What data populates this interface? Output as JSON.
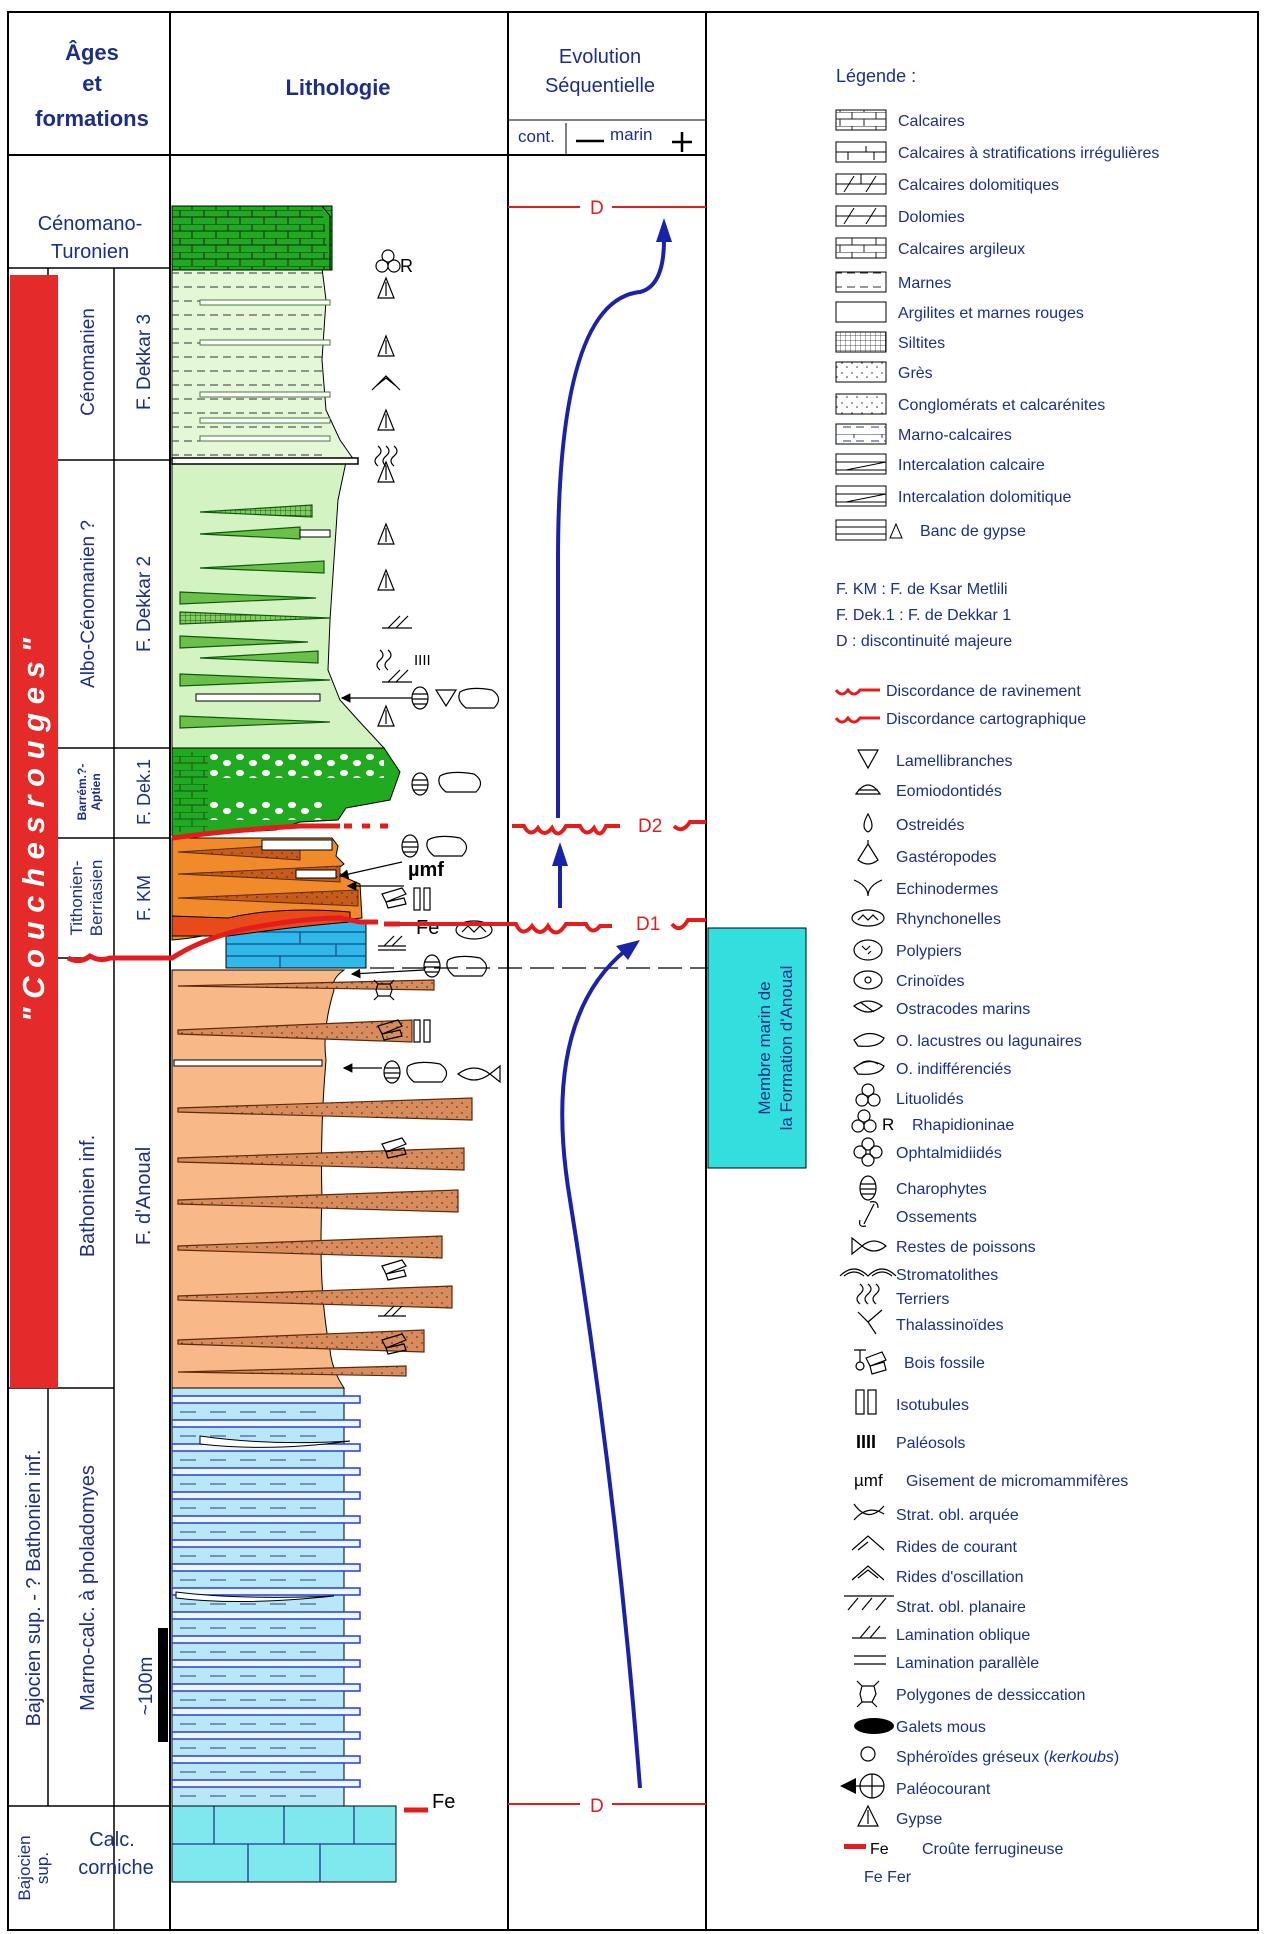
{
  "header": {
    "ages_l1": "Âges",
    "ages_l2": "et",
    "ages_l3": "formations",
    "lithologie": "Lithologie",
    "evo_l1": "Evolution",
    "evo_l2": "Séquentielle",
    "cont": "cont.",
    "marin": "marin"
  },
  "columns": {
    "cenomano_turonien_l1": "Cénomano-",
    "cenomano_turonien_l2": "Turonien",
    "couches_rouges": "\" C o u c h e s   r o u g e s \"",
    "cenomanien": "Cénomanien",
    "f_dekkar3": "F. Dekkar 3",
    "albo_cenomanien": "Albo-Cénomanien ?",
    "f_dekkar2": "F. Dekkar 2",
    "barrem_aptien_l1": "Barrém.?-",
    "barrem_aptien_l2": "Aptien",
    "f_dek1": "F. Dek.1",
    "tithonien_l1": "Tithonien-",
    "tithonien_l2": "Berriasien",
    "f_km": "F. KM",
    "bathonien_inf": "Bathonien inf.",
    "f_anoual": "F. d'Anoual",
    "bajocien_bathonien": "Bajocien sup. - ? Bathonien inf.",
    "marno_calc": "Marno-calc. à pholadomyes",
    "scale": "~100m",
    "bajocien_sup_l1": "Bajocien",
    "bajocien_sup_l2": "sup.",
    "calc_l1": "Calc.",
    "calc_l2": "corniche"
  },
  "annotations": {
    "R": "R",
    "umf": "µmf",
    "fe1": "Fe",
    "fe2": "Fe",
    "iiii": "IIII",
    "D_top": "D",
    "D_bottom": "D",
    "D1": "D1",
    "D2": "D2",
    "membre_l1": "Membre marin de",
    "membre_l2": "la Formation d'Anoual"
  },
  "legend": {
    "title": "Légende :",
    "items": [
      "Calcaires",
      "Calcaires à stratifications irrégulières",
      "Calcaires dolomitiques",
      "Dolomies",
      "Calcaires argileux",
      "Marnes",
      "Argilites et marnes rouges",
      "Siltites",
      "Grès",
      "Conglomérats et calcarénites",
      "Marno-calcaires",
      "Intercalation calcaire",
      "Intercalation dolomitique",
      "Banc de gypse"
    ],
    "abbrev": [
      "F. KM : F. de Ksar Metlili",
      "F. Dek.1 : F. de Dekkar 1",
      "D : discontinuité majeure"
    ],
    "discordances": [
      "Discordance de ravinement",
      "Discordance cartographique"
    ],
    "symbols": [
      "Lamellibranches",
      "Eomiodontidés",
      "Ostreidés",
      "Gastéropodes",
      "Echinodermes",
      "Rhynchonelles",
      "Polypiers",
      "Crinoïdes",
      "Ostracodes marins",
      "O. lacustres ou lagunaires",
      "O. indifférenciés",
      "Lituolidés",
      "Rhapidioninae",
      "Ophtalmidiidés",
      "Charophytes",
      "Ossements",
      "Restes de poissons",
      "Stromatolithes",
      "Terriers",
      "Thalassinoïdes",
      "Bois fossile",
      "Isotubules",
      "Paléosols",
      "Gisement de micromammifères",
      "Strat. obl. arquée",
      "Rides de courant",
      "Rides d'oscillation",
      "Strat. obl. planaire",
      "Lamination oblique",
      "Lamination parallèle",
      "Polygones de dessiccation",
      "Galets mous",
      "Sphéroïdes gréseux (kerkoubs)",
      "Paléocourant",
      "Gypse",
      "Croûte ferrugineuse",
      "Fe Fer"
    ],
    "umf_sym": "µmf",
    "fe_sym": "Fe",
    "R_sym": "R",
    "iiii_sym": "IIII"
  },
  "colors": {
    "green_dark": "#1faa1f",
    "green_mid": "#8bd36b",
    "green_light": "#d4f3c2",
    "green_vlight": "#e4f8d8",
    "orange": "#f08a2a",
    "tan": "#f8b888",
    "tan_bed": "#d98b5b",
    "blue_marl": "#b8e8f8",
    "blue_band": "#3a5be0",
    "teal": "#33dede",
    "red": "#e51c1c",
    "arrow": "#1a22aa"
  }
}
